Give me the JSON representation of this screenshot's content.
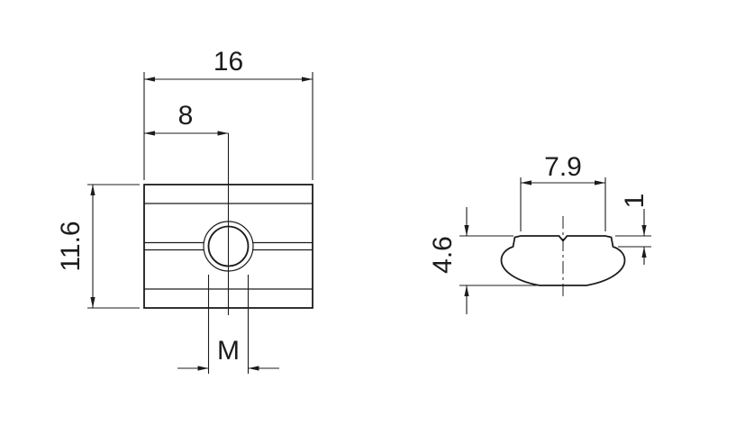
{
  "top_view": {
    "dim_length": "16",
    "dim_hole_position": "8",
    "dim_width": "11.6",
    "dim_thread": "M"
  },
  "profile_view": {
    "dim_top_width": "7.9",
    "dim_lip_height": "1",
    "dim_height": "4.6"
  },
  "colors": {
    "line": "#1c1c1c",
    "background": "#ffffff"
  }
}
